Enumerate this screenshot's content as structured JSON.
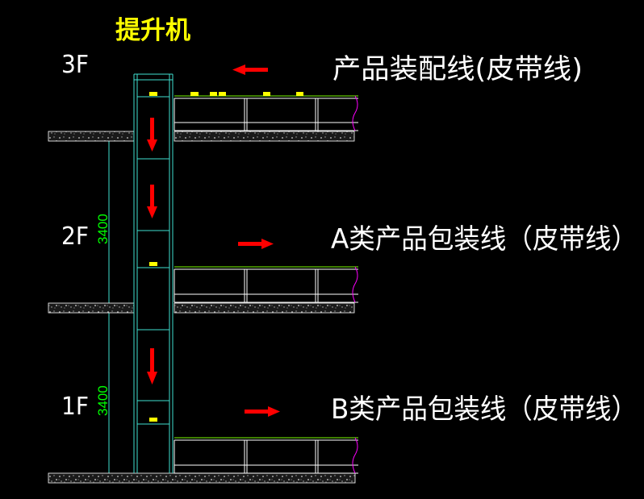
{
  "title": "提升机",
  "floors": [
    {
      "label": "3F",
      "line_label": "产品装配线(皮带线)"
    },
    {
      "label": "2F",
      "line_label": "A类产品包装线（皮带线）"
    },
    {
      "label": "1F",
      "line_label": "B类产品包装线（皮带线）"
    }
  ],
  "dimensions": [
    "3400",
    "3400"
  ],
  "colors": {
    "background": "#000000",
    "title": "#ffff00",
    "text": "#ffffff",
    "dimension": "#00ff00",
    "elevator": "#40e0d0",
    "conveyor": "#ffffff",
    "conveyor_top": "#7cfc00",
    "arrow": "#ff0000",
    "cargo": "#ffff00",
    "conveyor_end": "#ff00ff"
  }
}
